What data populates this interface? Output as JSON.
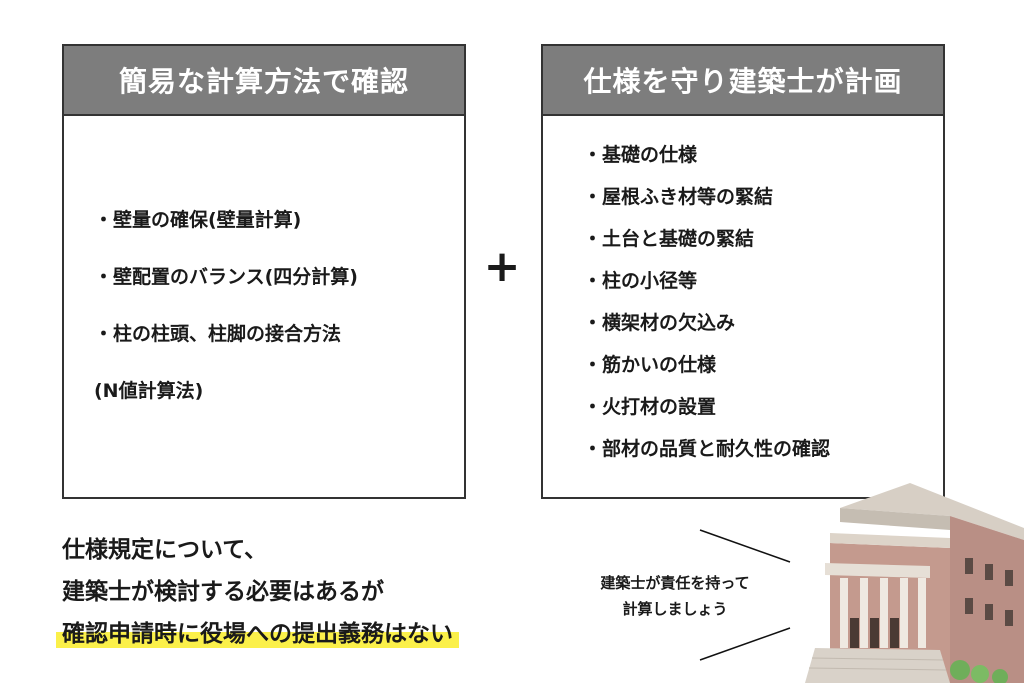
{
  "left_box": {
    "title": "簡易な計算方法で確認",
    "items": [
      "・壁量の確保(壁量計算)",
      "・壁配置のバランス(四分計算)",
      "・柱の柱頭、柱脚の接合方法",
      "(N値計算法)"
    ]
  },
  "plus_symbol": "+",
  "right_box": {
    "title": "仕様を守り建築士が計画",
    "items": [
      "・基礎の仕様",
      "・屋根ふき材等の緊結",
      "・土台と基礎の緊結",
      "・柱の小径等",
      "・横架材の欠込み",
      "・筋かいの仕様",
      "・火打材の設置",
      "・部材の品質と耐久性の確認"
    ]
  },
  "bottom": {
    "line1": "仕様規定について、",
    "line2": "建築士が検討する必要はあるが",
    "line3": "確認申請時に役場への提出義務はない"
  },
  "callout": {
    "line1": "建築士が責任を持って",
    "line2": "計算しましょう"
  },
  "colors": {
    "header_gray": "#7d7d7d",
    "highlight_yellow": "#fbf04a"
  }
}
